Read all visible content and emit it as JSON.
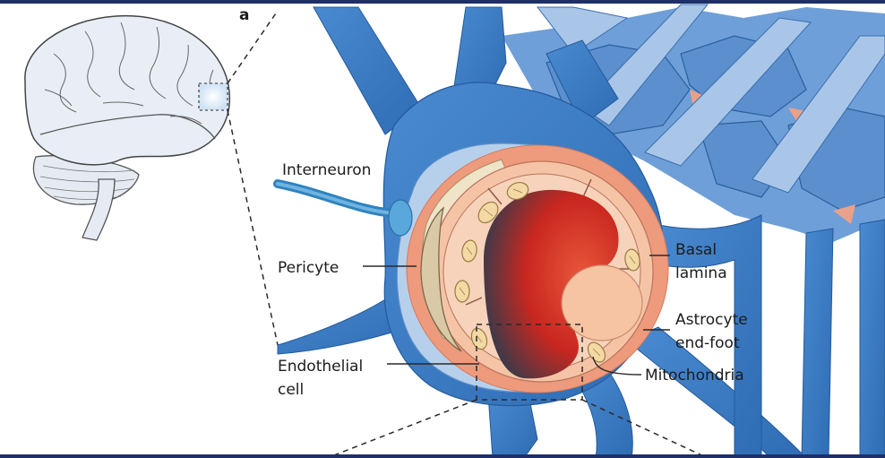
{
  "panel_label": "a",
  "labels": {
    "interneuron": "Interneuron",
    "pericyte": "Pericyte",
    "endothelial_line1": "Endothelial",
    "endothelial_line2": "cell",
    "basal_line1": "Basal",
    "basal_line2": "lamina",
    "astro_line1": "Astrocyte",
    "astro_line2": "end-foot",
    "mitochondria": "Mitochondria"
  },
  "colors": {
    "frame": "#1f2f68",
    "astrocyte": "#3f7fc6",
    "astrocyte_light": "#b9d2ec",
    "basal_lamina": "#ee9a7c",
    "endothelium": "#f7c9ae",
    "lumen": "#d9352a",
    "nucleus": "#f6c3a3",
    "pericyte": "#d9c9a6",
    "mitochondria": "#f3d9a4",
    "brain": "#e4e9f2"
  }
}
